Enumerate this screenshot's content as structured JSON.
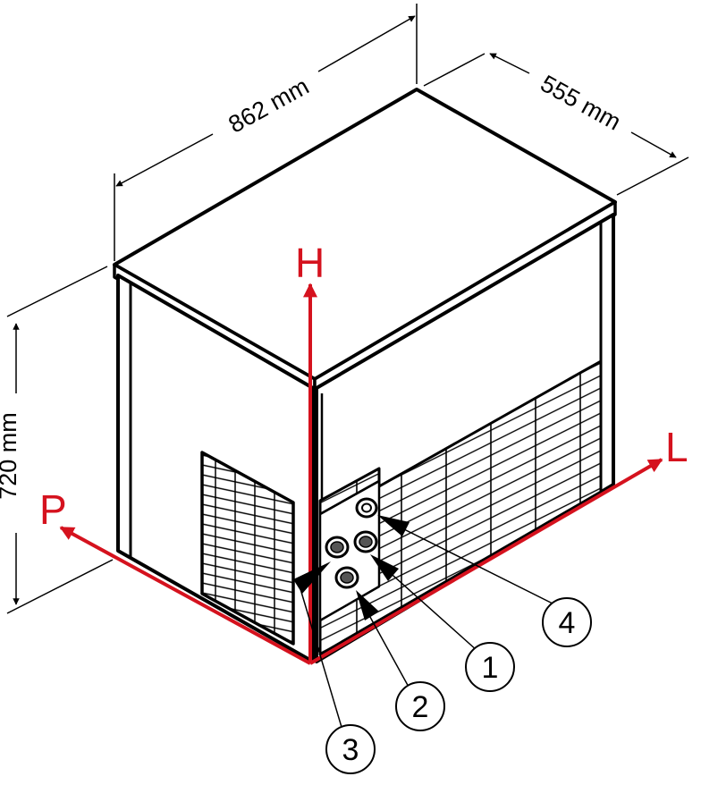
{
  "dimensions": {
    "width": "862 mm",
    "depth": "555 mm",
    "height": "720 mm"
  },
  "axes": {
    "height_axis": "H",
    "length_axis": "L",
    "depth_axis": "P"
  },
  "callouts": [
    "1",
    "2",
    "3",
    "4"
  ],
  "colors": {
    "outline": "#000000",
    "axis": "#d5121e",
    "background": "#ffffff"
  }
}
